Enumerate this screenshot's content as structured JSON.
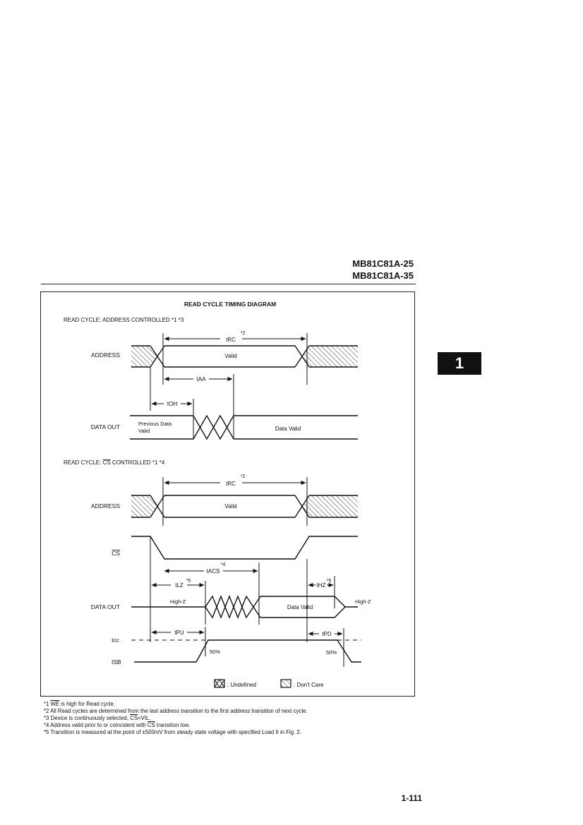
{
  "header": {
    "part_a": "MB81C81A-25",
    "part_b": "MB81C81A-35"
  },
  "section_tab": "1",
  "diagram": {
    "title": "READ CYCLE TIMING DIAGRAM",
    "section1": {
      "heading": "READ CYCLE: ADDRESS CONTROLLED *1 *3",
      "signals": {
        "address": "ADDRESS",
        "data_out": "DATA OUT"
      },
      "labels": {
        "valid": "Valid",
        "prev_data_1": "Previous Data",
        "prev_data_2": "Valid",
        "data_valid": "Data Valid"
      },
      "timing": {
        "trc": "tRC",
        "trc_note": "*2",
        "taa": "tAA",
        "toh": "tOH"
      }
    },
    "section2": {
      "heading_pre": "READ CYCLE: ",
      "heading_cs": "CS",
      "heading_post": " CONTROLLED *1 *4",
      "signals": {
        "address": "ADDRESS",
        "cs": "CS",
        "data_out": "DATA OUT",
        "icc": "Icc",
        "isb": "ISB"
      },
      "labels": {
        "valid": "Valid",
        "high_z_left": "High-Z",
        "data_valid": "Data Valid",
        "high_z_right": "High-Z",
        "pct_left": "50%",
        "pct_right": "50%"
      },
      "timing": {
        "trc": "tRC",
        "trc_note": "*2",
        "tacs": "tACS",
        "tacs_note": "*4",
        "tlz": "tLZ",
        "tlz_note": "*5",
        "thz": "tHZ",
        "thz_note": "*5",
        "tpu": "tPU",
        "tpd": "tPD"
      }
    },
    "legend": {
      "undefined": ": Undefined",
      "dont_care": ": Don't Care"
    }
  },
  "notes": {
    "n1_pre": "*1 ",
    "n1_we": "WE",
    "n1_post": " is high for Read cycle.",
    "n2": "*2 All Read cycles are determined from the last address transition to the first address transition of next cycle.",
    "n3_pre": "*3 Device is continuously selected, ",
    "n3_cs": "CS",
    "n3_post": "=VIL.",
    "n4_pre": "*4 Address valid prior to or coincident with ",
    "n4_cs": "CS",
    "n4_post": " transition low.",
    "n5": "*5 Transition is measured at the point of ±500mV from steady state voltage with specified Load II in Fig. 2."
  },
  "page_number": "1-111"
}
